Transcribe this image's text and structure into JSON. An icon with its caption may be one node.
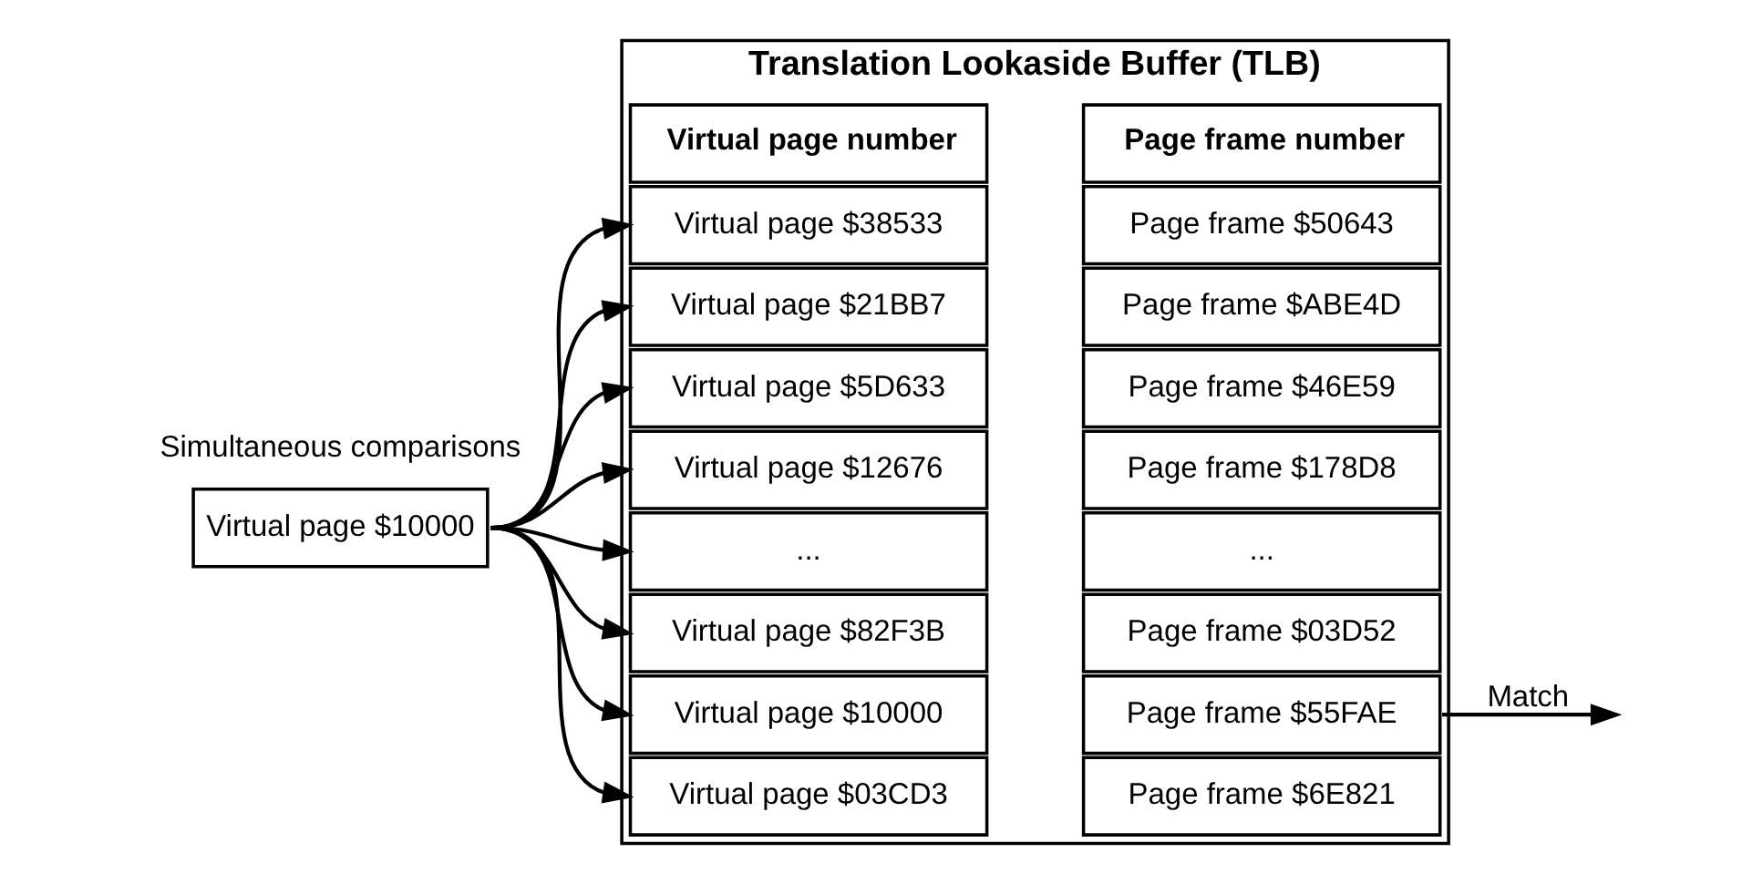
{
  "diagram": {
    "nodes": [
      {
        "text": [
          "Virtual page $10000"
        ]
      },
      {
        "text": [
          "Translation Lookaside Buffer (TLB)"
        ]
      },
      {
        "text": [
          "Virtual page number"
        ],
        "in": 1
      },
      {
        "text": [
          "Page frame number"
        ],
        "in": 1
      },
      {
        "text": [
          "Virtual page $38533"
        ],
        "in": 1
      },
      {
        "text": [
          "Page frame $50643"
        ],
        "in": 1
      },
      {
        "text": [
          "Virtual page $21BB7"
        ],
        "in": 1
      },
      {
        "text": [
          "Page frame $ABE4D"
        ],
        "in": 1
      },
      {
        "text": [
          "Virtual page $5D633"
        ],
        "in": 1
      },
      {
        "text": [
          "Page frame $46E59"
        ],
        "in": 1
      },
      {
        "text": [
          "Virtual page $12676"
        ],
        "in": 1
      },
      {
        "text": [
          "Page frame $178D8"
        ],
        "in": 1
      },
      {
        "text": [
          "..."
        ],
        "in": 1
      },
      {
        "text": [
          "..."
        ],
        "in": 1
      },
      {
        "text": [
          "Virtual page $82F3B"
        ],
        "in": 1
      },
      {
        "text": [
          "Page frame $03D52"
        ],
        "in": 1
      },
      {
        "text": [
          "Virtual page $10000"
        ],
        "in": 1
      },
      {
        "text": [
          "Page frame $55FAE"
        ],
        "in": 1
      },
      {
        "text": [
          "Virtual page $03CD3"
        ],
        "in": 1
      },
      {
        "text": [
          "Page frame $6E821"
        ],
        "in": 1
      }
    ],
    "edges": [
      {
        "from": 0,
        "to": 4,
        "arrow": "to"
      },
      {
        "from": 0,
        "to": 6,
        "arrow": "to"
      },
      {
        "from": 0,
        "to": 8,
        "arrow": "to"
      },
      {
        "from": 0,
        "to": 10,
        "arrow": "to"
      },
      {
        "from": 0,
        "to": 12,
        "arrow": "to"
      },
      {
        "from": 0,
        "to": 14,
        "arrow": "to"
      },
      {
        "from": 0,
        "to": 16,
        "arrow": "to"
      },
      {
        "from": 0,
        "to": 18,
        "arrow": "to"
      },
      {
        "from": 17,
        "to": null,
        "arrow": "to",
        "label": "Match"
      }
    ],
    "labels": [
      "Simultaneous comparisons"
    ]
  }
}
